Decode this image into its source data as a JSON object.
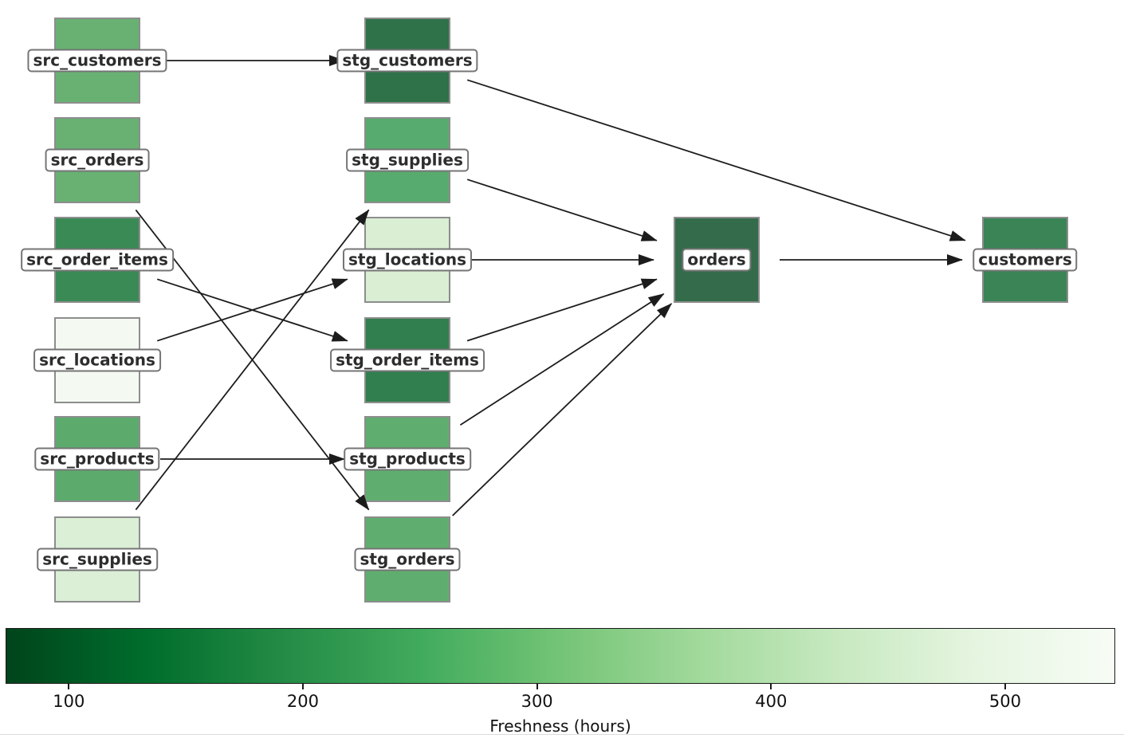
{
  "graph": {
    "nodes": [
      {
        "id": "src_customers",
        "label": "src_customers",
        "color": "#68b173",
        "col": 0,
        "row": 0
      },
      {
        "id": "src_orders",
        "label": "src_orders",
        "color": "#68b173",
        "col": 0,
        "row": 1
      },
      {
        "id": "src_order_items",
        "label": "src_order_items",
        "color": "#3a8a55",
        "col": 0,
        "row": 2
      },
      {
        "id": "src_locations",
        "label": "src_locations",
        "color": "#f4faf2",
        "col": 0,
        "row": 3
      },
      {
        "id": "src_products",
        "label": "src_products",
        "color": "#5cab6d",
        "col": 0,
        "row": 4
      },
      {
        "id": "src_supplies",
        "label": "src_supplies",
        "color": "#dbefd6",
        "col": 0,
        "row": 5
      },
      {
        "id": "stg_customers",
        "label": "stg_customers",
        "color": "#2f7149",
        "col": 1,
        "row": 0
      },
      {
        "id": "stg_supplies",
        "label": "stg_supplies",
        "color": "#58ab6e",
        "col": 1,
        "row": 1
      },
      {
        "id": "stg_locations",
        "label": "stg_locations",
        "color": "#d9eed3",
        "col": 1,
        "row": 2
      },
      {
        "id": "stg_order_items",
        "label": "stg_order_items",
        "color": "#317e4e",
        "col": 1,
        "row": 3
      },
      {
        "id": "stg_products",
        "label": "stg_products",
        "color": "#60ae6f",
        "col": 1,
        "row": 4
      },
      {
        "id": "stg_orders",
        "label": "stg_orders",
        "color": "#60ae6f",
        "col": 1,
        "row": 5
      },
      {
        "id": "orders",
        "label": "orders",
        "color": "#346c4b",
        "col": 2,
        "row": 2
      },
      {
        "id": "customers",
        "label": "customers",
        "color": "#3a8456",
        "col": 3,
        "row": 2
      }
    ],
    "edges": [
      {
        "from": "src_customers",
        "to": "stg_customers"
      },
      {
        "from": "src_orders",
        "to": "stg_orders"
      },
      {
        "from": "src_order_items",
        "to": "stg_order_items"
      },
      {
        "from": "src_locations",
        "to": "stg_locations"
      },
      {
        "from": "src_products",
        "to": "stg_products"
      },
      {
        "from": "src_supplies",
        "to": "stg_supplies"
      },
      {
        "from": "stg_customers",
        "to": "customers"
      },
      {
        "from": "stg_supplies",
        "to": "orders"
      },
      {
        "from": "stg_locations",
        "to": "orders"
      },
      {
        "from": "stg_order_items",
        "to": "orders"
      },
      {
        "from": "stg_products",
        "to": "orders"
      },
      {
        "from": "stg_orders",
        "to": "orders"
      },
      {
        "from": "orders",
        "to": "customers"
      }
    ],
    "edge_color": "#1c1c1c"
  },
  "colorbar": {
    "label": "Freshness (hours)",
    "ticks": [
      100,
      200,
      300,
      400,
      500
    ],
    "gradient": [
      "#00441b",
      "#006d2c",
      "#238b45",
      "#41ab5d",
      "#74c476",
      "#a1d99b",
      "#c7e9c0",
      "#e5f5e0",
      "#f7fcf5"
    ]
  }
}
